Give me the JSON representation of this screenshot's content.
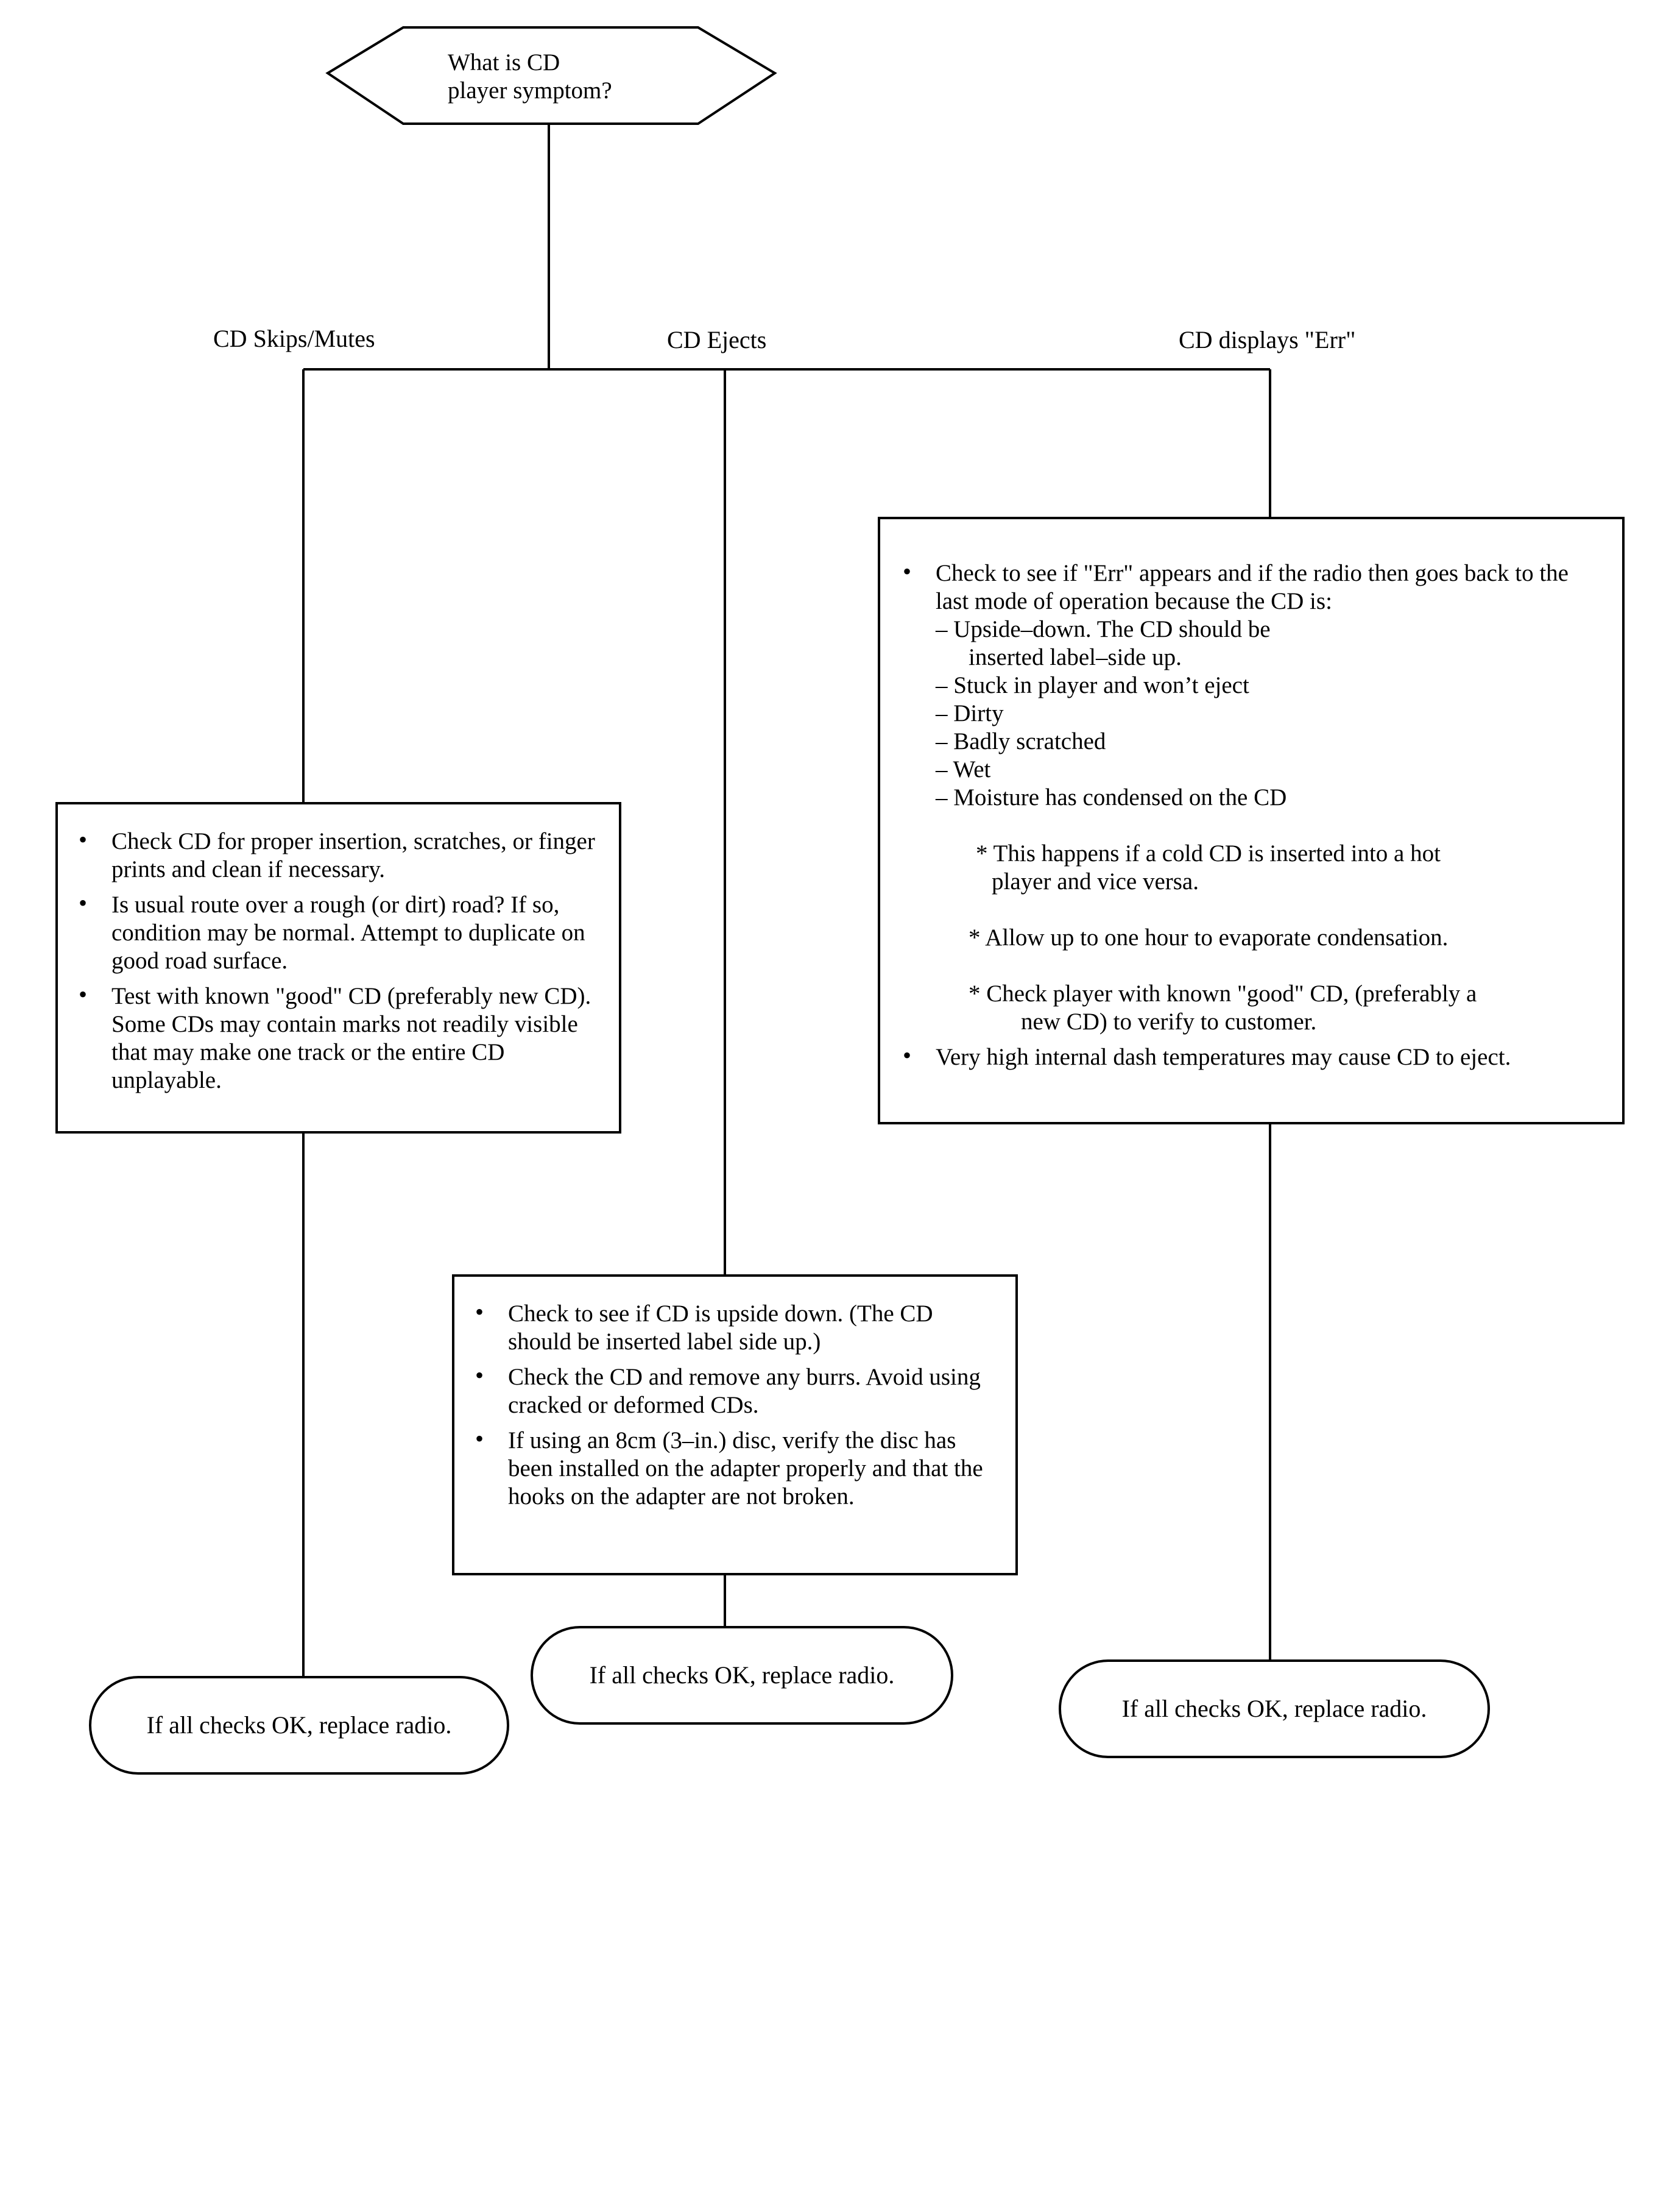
{
  "start": {
    "line1": "What is CD",
    "line2": "player symptom?"
  },
  "branches": {
    "skips": {
      "label": "CD Skips/Mutes"
    },
    "ejects": {
      "label": "CD Ejects"
    },
    "err": {
      "label": "CD displays \"Err\""
    }
  },
  "skips_box": {
    "b1": "Check CD for proper insertion, scratches, or finger prints and clean if necessary.",
    "b2": "Is usual route over a rough (or dirt) road? If so, condition may be normal. Attempt to duplicate on good road surface.",
    "b3": "Test  with known \"good\" CD (preferably new CD). Some CDs may contain marks not readily visible that may make one track or the entire CD unplayable."
  },
  "err_box": {
    "b1_intro": "Check to see if \"Err\" appears and if the radio then goes back to the last mode of operation because the CD is:",
    "c1a": "– Upside–down. The CD should be",
    "c1b": "inserted label–side up.",
    "c2": "– Stuck in player and won’t eject",
    "c3": "– Dirty",
    "c4": "– Badly scratched",
    "c5": "– Wet",
    "c6": "– Moisture has condensed on the CD",
    "n1a": "* This happens if a cold CD is inserted into a hot",
    "n1b": "player and vice versa.",
    "n2": "* Allow up to one hour to evaporate condensation.",
    "n3a": "* Check player with known \"good\" CD, (preferably a",
    "n3b": "new CD) to verify to customer.",
    "b2": "Very high internal dash temperatures may cause CD to eject."
  },
  "ejects_box": {
    "b1": "Check to see if CD is upside down. (The CD should be inserted label side up.)",
    "b2": "Check the CD and remove any burrs. Avoid using cracked or deformed CDs.",
    "b3": "If using an 8cm (3–in.) disc, verify the disc has been installed on the adapter properly and that the hooks on the adapter are not broken."
  },
  "terminals": {
    "left": "If all checks OK, replace radio.",
    "middle": "If all checks OK, replace radio.",
    "right": "If all checks OK, replace radio."
  }
}
